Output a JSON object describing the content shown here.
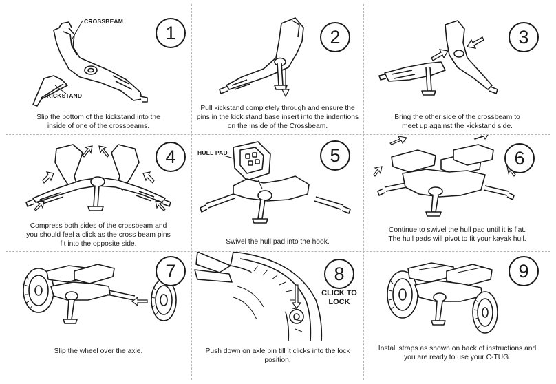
{
  "steps": [
    {
      "number": "1",
      "caption": "Slip the bottom of the kickstand into the\ninside of one of the crossbeams."
    },
    {
      "number": "2",
      "caption": "Pull kickstand completely through and ensure the\npins in the kick stand base insert into the indentions\non the inside of the Crossbeam."
    },
    {
      "number": "3",
      "caption": "Bring the other side of the crossbeam to\nmeet up against the kickstand side."
    },
    {
      "number": "4",
      "caption": "Compress both sides of the crossbeam and\nyou should feel a click as the cross beam pins\nfit into the opposite side."
    },
    {
      "number": "5",
      "caption": "Swivel the hull pad into the hook."
    },
    {
      "number": "6",
      "caption": "Continue to swivel the hull pad until it is flat.\nThe hull pads will pivot to fit your kayak hull."
    },
    {
      "number": "7",
      "caption": "Slip the wheel over the axle."
    },
    {
      "number": "8",
      "caption": "Push down on axle pin till it clicks into the lock position."
    },
    {
      "number": "9",
      "caption": "Install straps as shown on back of instructions and\nyou are ready to use your C-TUG."
    }
  ],
  "labels": {
    "crossbeam": "CROSSBEAM",
    "kickstand": "KICKSTAND",
    "hull_pad": "HULL PAD",
    "click_to_lock": "CLICK TO\nLOCK"
  },
  "colors": {
    "ink": "#1a1a1a",
    "divider": "#b5b5b5",
    "background": "#ffffff"
  }
}
